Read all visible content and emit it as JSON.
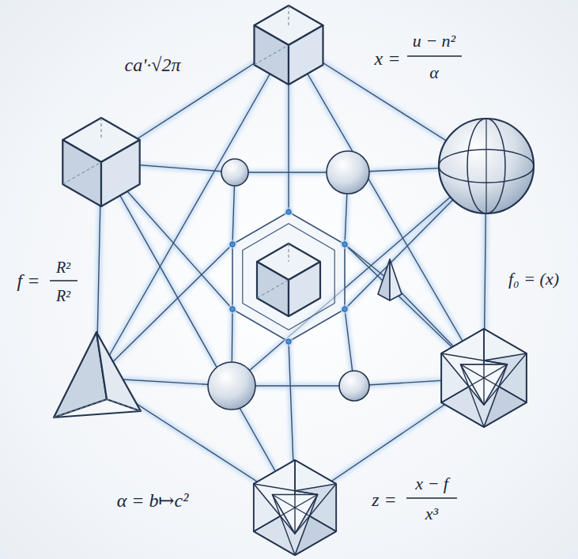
{
  "diagram": {
    "labels": [
      "ca'·√2π",
      "x =",
      "u − n²",
      "α",
      "f =",
      "R²",
      "R²",
      "f₀ = (x)",
      "α = b↦c²",
      "z =",
      "x − f",
      "x³"
    ]
  }
}
